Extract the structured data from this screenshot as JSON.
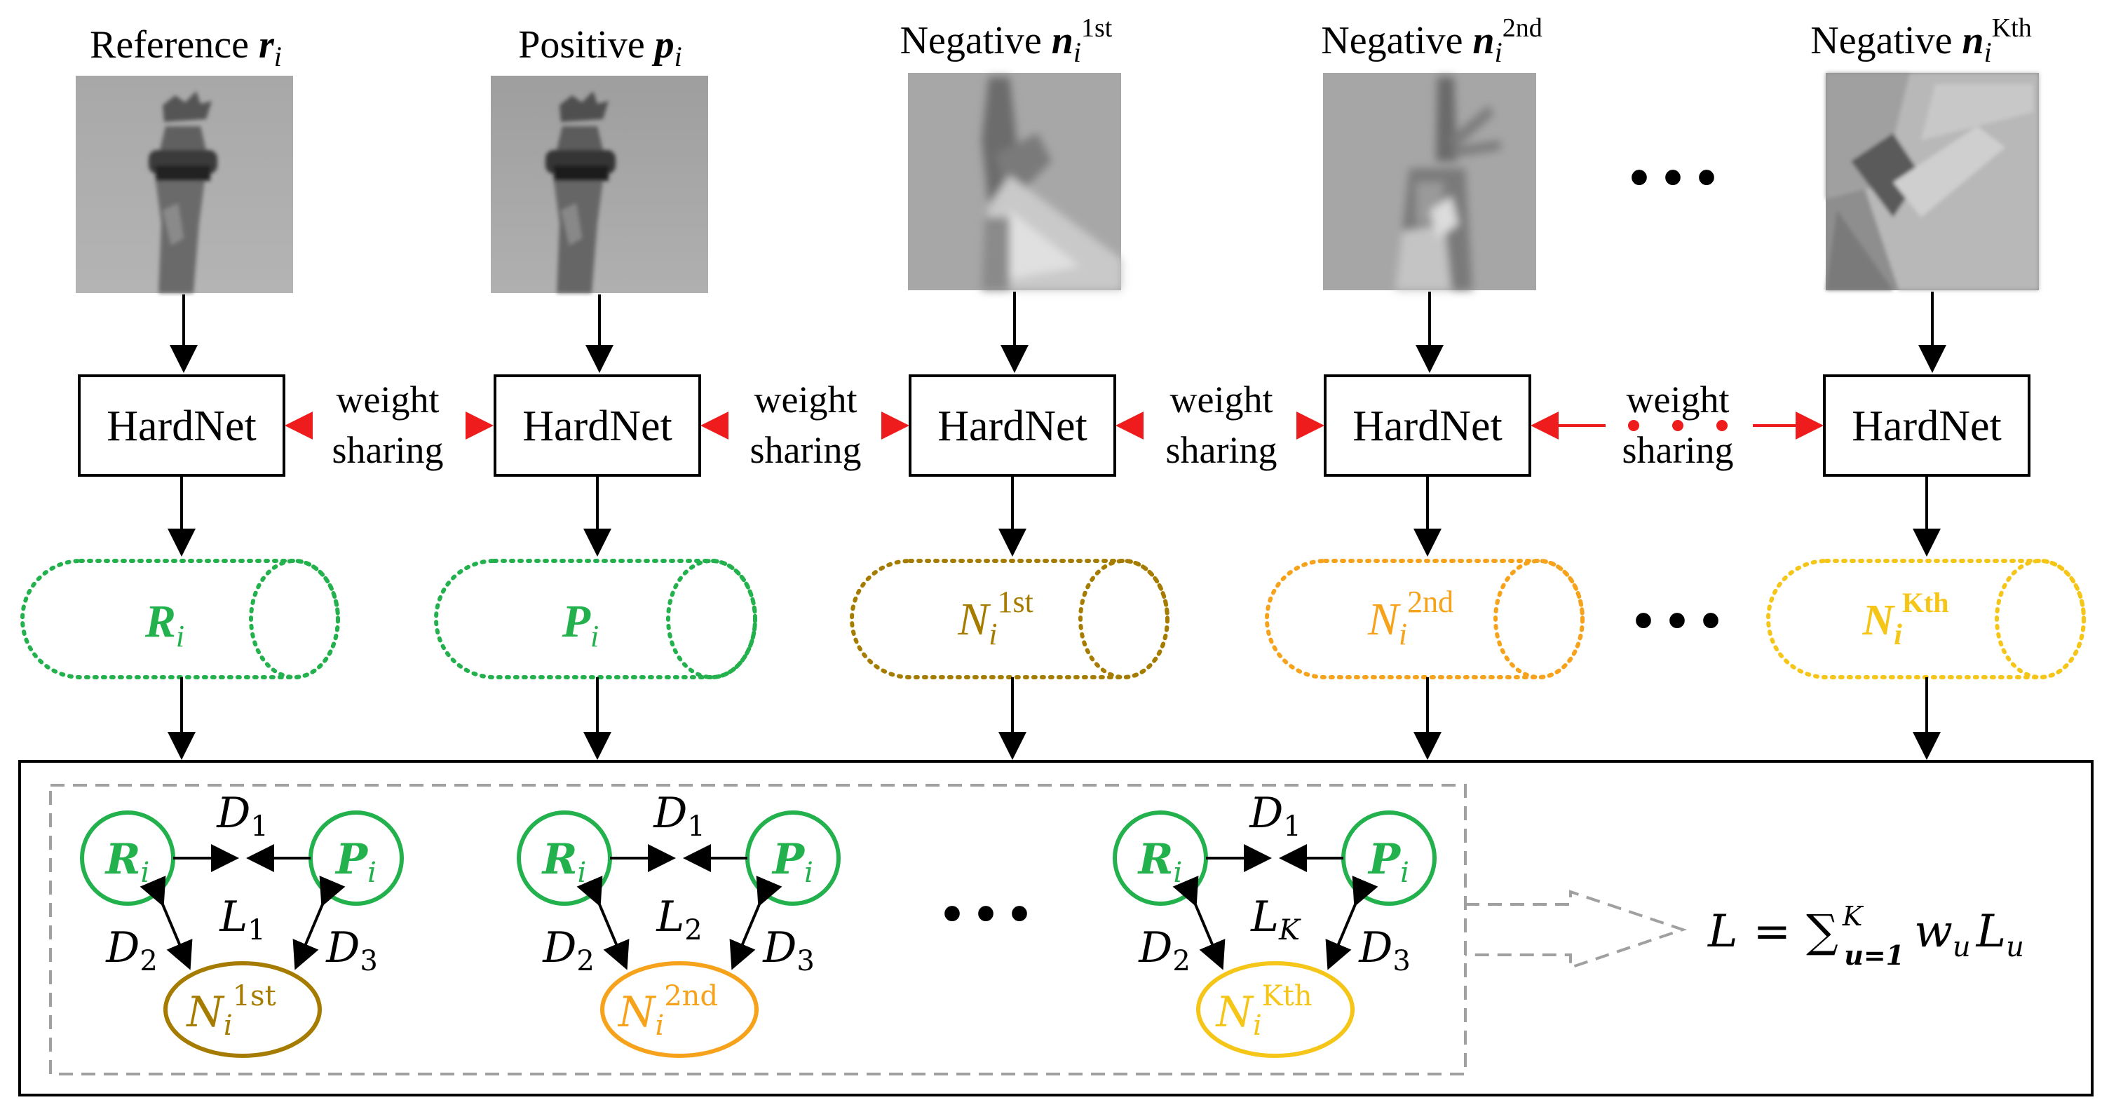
{
  "columns": [
    {
      "title_word": "Reference",
      "title_sym": "r",
      "title_sub": "i",
      "title_sup": "",
      "embedding_sym": "R",
      "embedding_sup": "",
      "color": "#22b14c",
      "image_kind": "torch-top"
    },
    {
      "title_word": "Positive",
      "title_sym": "p",
      "title_sub": "i",
      "title_sup": "",
      "embedding_sym": "P",
      "embedding_sup": "",
      "color": "#22b14c",
      "image_kind": "torch-top"
    },
    {
      "title_word": "Negative",
      "title_sym": "n",
      "title_sub": "i",
      "title_sup": "1st",
      "embedding_sym": "N",
      "embedding_sup": "1st",
      "color": "#a67c00",
      "image_kind": "statue-arm"
    },
    {
      "title_word": "Negative",
      "title_sym": "n",
      "title_sub": "i",
      "title_sup": "2nd",
      "embedding_sym": "N",
      "embedding_sup": "2nd",
      "color": "#f7a21b",
      "image_kind": "statue-crown"
    },
    {
      "title_word": "Negative",
      "title_sym": "n",
      "title_sub": "i",
      "title_sup": "Kth",
      "embedding_sym": "N",
      "embedding_sup": "Kth",
      "color": "#f5c518",
      "image_kind": "robe-fold"
    }
  ],
  "network_label": "HardNet",
  "weight_sharing_text": [
    "weight",
    "sharing"
  ],
  "ellipsis_glyph": "• • •",
  "triplets": [
    {
      "r": "R",
      "p": "P",
      "n": "N",
      "sub": "i",
      "n_sup": "1st",
      "n_color": "#a67c00",
      "d1": "D",
      "d1_sub": "1",
      "d2": "D",
      "d2_sub": "2",
      "d3": "D",
      "d3_sub": "3",
      "loss": "L",
      "loss_sub": "1"
    },
    {
      "r": "R",
      "p": "P",
      "n": "N",
      "sub": "i",
      "n_sup": "2nd",
      "n_color": "#f7a21b",
      "d1": "D",
      "d1_sub": "1",
      "d2": "D",
      "d2_sub": "2",
      "d3": "D",
      "d3_sub": "3",
      "loss": "L",
      "loss_sub": "2"
    },
    {
      "r": "R",
      "p": "P",
      "n": "N",
      "sub": "i",
      "n_sup": "Kth",
      "n_color": "#f5c518",
      "d1": "D",
      "d1_sub": "1",
      "d2": "D",
      "d2_sub": "2",
      "d3": "D",
      "d3_sub": "3",
      "loss": "L",
      "loss_sub": "K"
    }
  ],
  "total_loss": {
    "lhs": "L",
    "eq": "=",
    "sum": "∑",
    "upper": "K",
    "lower": "u=1",
    "w": "w",
    "w_sub": "u",
    "l": "L",
    "l_sub": "u"
  },
  "colors": {
    "positive_green": "#22b14c",
    "arrow_black": "#000000",
    "weight_arrow_red": "#ee1c1c",
    "dashed_gray": "#a0a0a0"
  }
}
